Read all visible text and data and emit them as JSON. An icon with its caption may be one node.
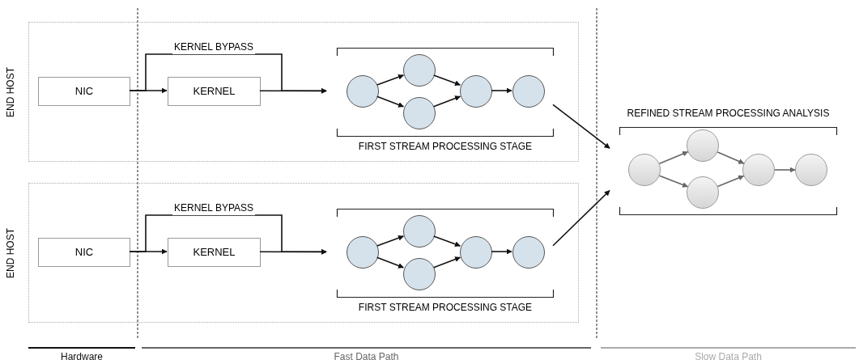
{
  "diagram": {
    "nodes": [
      {
        "text": [
          "END HOST"
        ]
      },
      {
        "text": [
          "NIC"
        ],
        "in": 0
      },
      {
        "text": [
          "KERNEL"
        ],
        "in": 0
      },
      {
        "text": [
          "FIRST STREAM PROCESSING STAGE"
        ],
        "in": 0
      },
      {
        "text": [],
        "shape": "circle",
        "in": 3
      },
      {
        "text": [],
        "shape": "circle",
        "in": 3
      },
      {
        "text": [],
        "shape": "circle",
        "in": 3
      },
      {
        "text": [],
        "shape": "circle",
        "in": 3
      },
      {
        "text": [],
        "shape": "circle",
        "in": 3
      },
      {
        "text": [
          "END HOST"
        ]
      },
      {
        "text": [
          "NIC"
        ],
        "in": 9
      },
      {
        "text": [
          "KERNEL"
        ],
        "in": 9
      },
      {
        "text": [
          "FIRST STREAM PROCESSING STAGE"
        ],
        "in": 9
      },
      {
        "text": [],
        "shape": "circle",
        "in": 12
      },
      {
        "text": [],
        "shape": "circle",
        "in": 12
      },
      {
        "text": [],
        "shape": "circle",
        "in": 12
      },
      {
        "text": [],
        "shape": "circle",
        "in": 12
      },
      {
        "text": [],
        "shape": "circle",
        "in": 12
      },
      {
        "text": [
          "REFINED STREAM PROCESSING ANALYSIS"
        ]
      },
      {
        "text": [],
        "shape": "circle",
        "in": 18
      },
      {
        "text": [],
        "shape": "circle",
        "in": 18
      },
      {
        "text": [],
        "shape": "circle",
        "in": 18
      },
      {
        "text": [],
        "shape": "circle",
        "in": 18
      },
      {
        "text": [],
        "shape": "circle",
        "in": 18
      }
    ],
    "edges": [
      {
        "from": 1,
        "to": 2,
        "arrow": "to"
      },
      {
        "from": 2,
        "to": 3,
        "arrow": "to"
      },
      {
        "from": 1,
        "to": 3,
        "arrow": "to",
        "label": "KERNEL BYPASS"
      },
      {
        "from": 4,
        "to": 5,
        "arrow": "to"
      },
      {
        "from": 4,
        "to": 6,
        "arrow": "to"
      },
      {
        "from": 5,
        "to": 7,
        "arrow": "to"
      },
      {
        "from": 6,
        "to": 7,
        "arrow": "to"
      },
      {
        "from": 7,
        "to": 8,
        "arrow": "to"
      },
      {
        "from": 10,
        "to": 11,
        "arrow": "to"
      },
      {
        "from": 11,
        "to": 12,
        "arrow": "to"
      },
      {
        "from": 10,
        "to": 12,
        "arrow": "to",
        "label": "KERNEL BYPASS"
      },
      {
        "from": 13,
        "to": 14,
        "arrow": "to"
      },
      {
        "from": 13,
        "to": 15,
        "arrow": "to"
      },
      {
        "from": 14,
        "to": 16,
        "arrow": "to"
      },
      {
        "from": 15,
        "to": 16,
        "arrow": "to"
      },
      {
        "from": 16,
        "to": 17,
        "arrow": "to"
      },
      {
        "from": 3,
        "to": 18,
        "arrow": "to"
      },
      {
        "from": 12,
        "to": 18,
        "arrow": "to"
      },
      {
        "from": 19,
        "to": 20,
        "arrow": "to",
        "color": "#666666"
      },
      {
        "from": 19,
        "to": 21,
        "arrow": "to",
        "color": "#666666"
      },
      {
        "from": 20,
        "to": 22,
        "arrow": "to",
        "color": "#666666"
      },
      {
        "from": 21,
        "to": 22,
        "arrow": "to",
        "color": "#666666"
      },
      {
        "from": 22,
        "to": 23,
        "arrow": "to",
        "color": "#666666"
      }
    ],
    "labels": [
      "Hardware",
      "Fast Data Path",
      "Slow Data Path"
    ]
  }
}
